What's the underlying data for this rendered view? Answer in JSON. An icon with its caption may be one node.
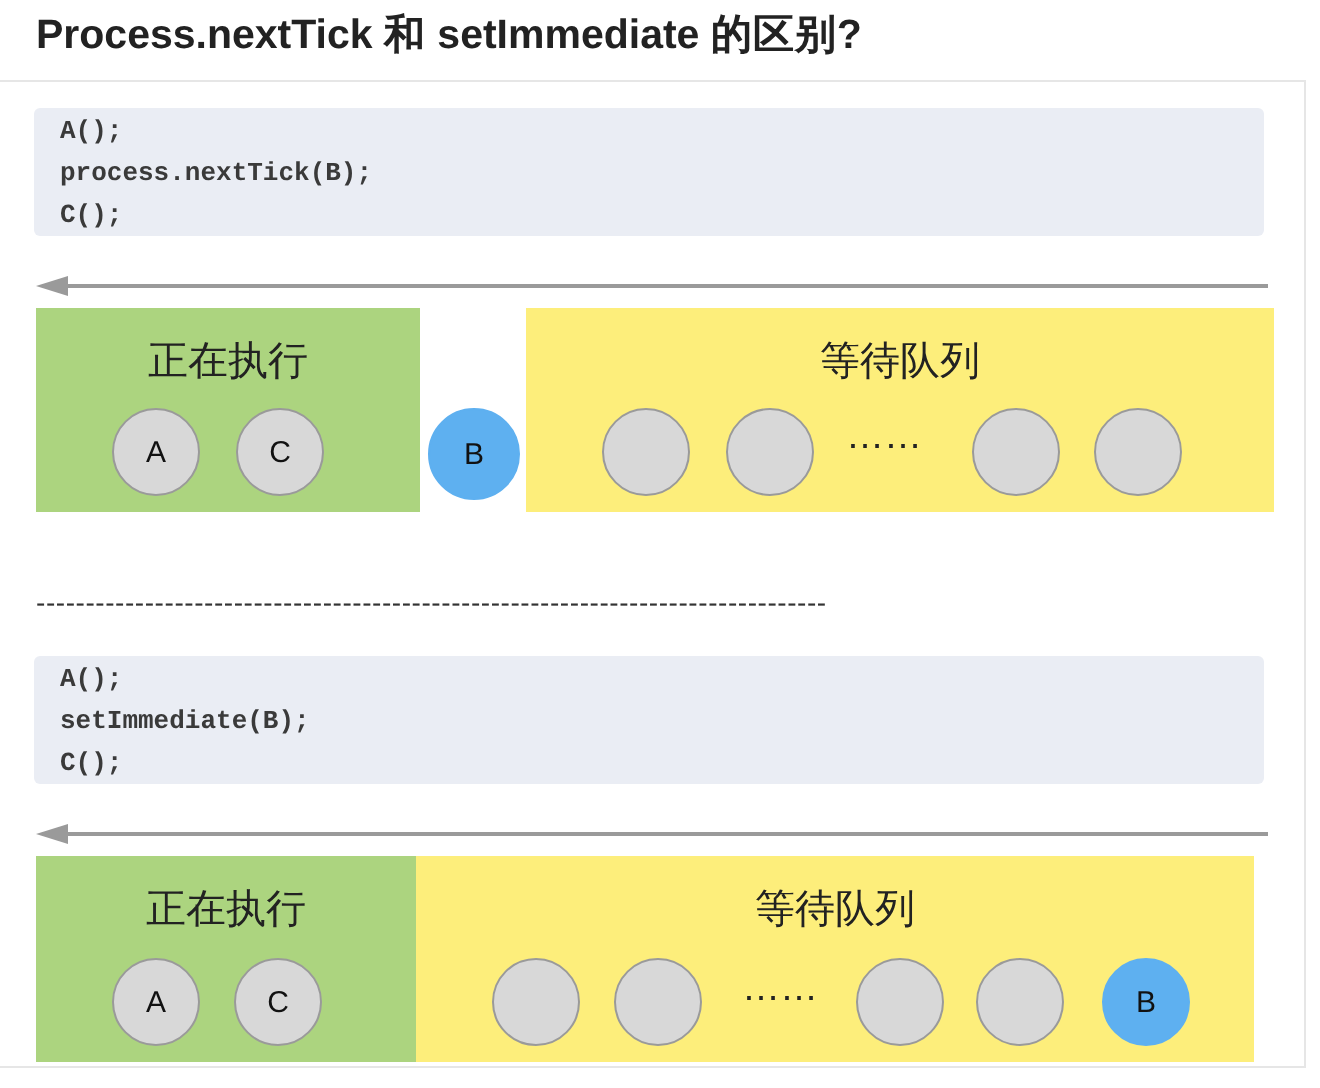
{
  "diagram": {
    "title": "Process.nextTick 和 setImmediate 的区别?",
    "nodes": [
      {
        "text": [
          "A();",
          "process.nextTick(B);",
          "C();"
        ]
      },
      {
        "text": [
          "正在执行"
        ]
      },
      {
        "text": [
          "A"
        ],
        "in": 1
      },
      {
        "text": [
          "C"
        ],
        "in": 1
      },
      {
        "text": [
          "B"
        ]
      },
      {
        "text": [
          "等待队列",
          "……"
        ]
      },
      {
        "text": [],
        "shape": "circle",
        "in": 5
      },
      {
        "text": [],
        "shape": "circle",
        "in": 5
      },
      {
        "text": [],
        "shape": "circle",
        "in": 5
      },
      {
        "text": [],
        "shape": "circle",
        "in": 5
      },
      {
        "text": [
          "A();",
          "setImmediate(B);",
          "C();"
        ]
      },
      {
        "text": [
          "正在执行"
        ]
      },
      {
        "text": [
          "A"
        ],
        "in": 11
      },
      {
        "text": [
          "C"
        ],
        "in": 11
      },
      {
        "text": [
          "等待队列",
          "……"
        ]
      },
      {
        "text": [],
        "shape": "circle",
        "in": 14
      },
      {
        "text": [],
        "shape": "circle",
        "in": 14
      },
      {
        "text": [],
        "shape": "circle",
        "in": 14
      },
      {
        "text": [],
        "shape": "circle",
        "in": 14
      },
      {
        "text": [
          "B"
        ],
        "in": 14
      }
    ],
    "labels": [
      "--------------------------------------------------------------------------------"
    ]
  }
}
